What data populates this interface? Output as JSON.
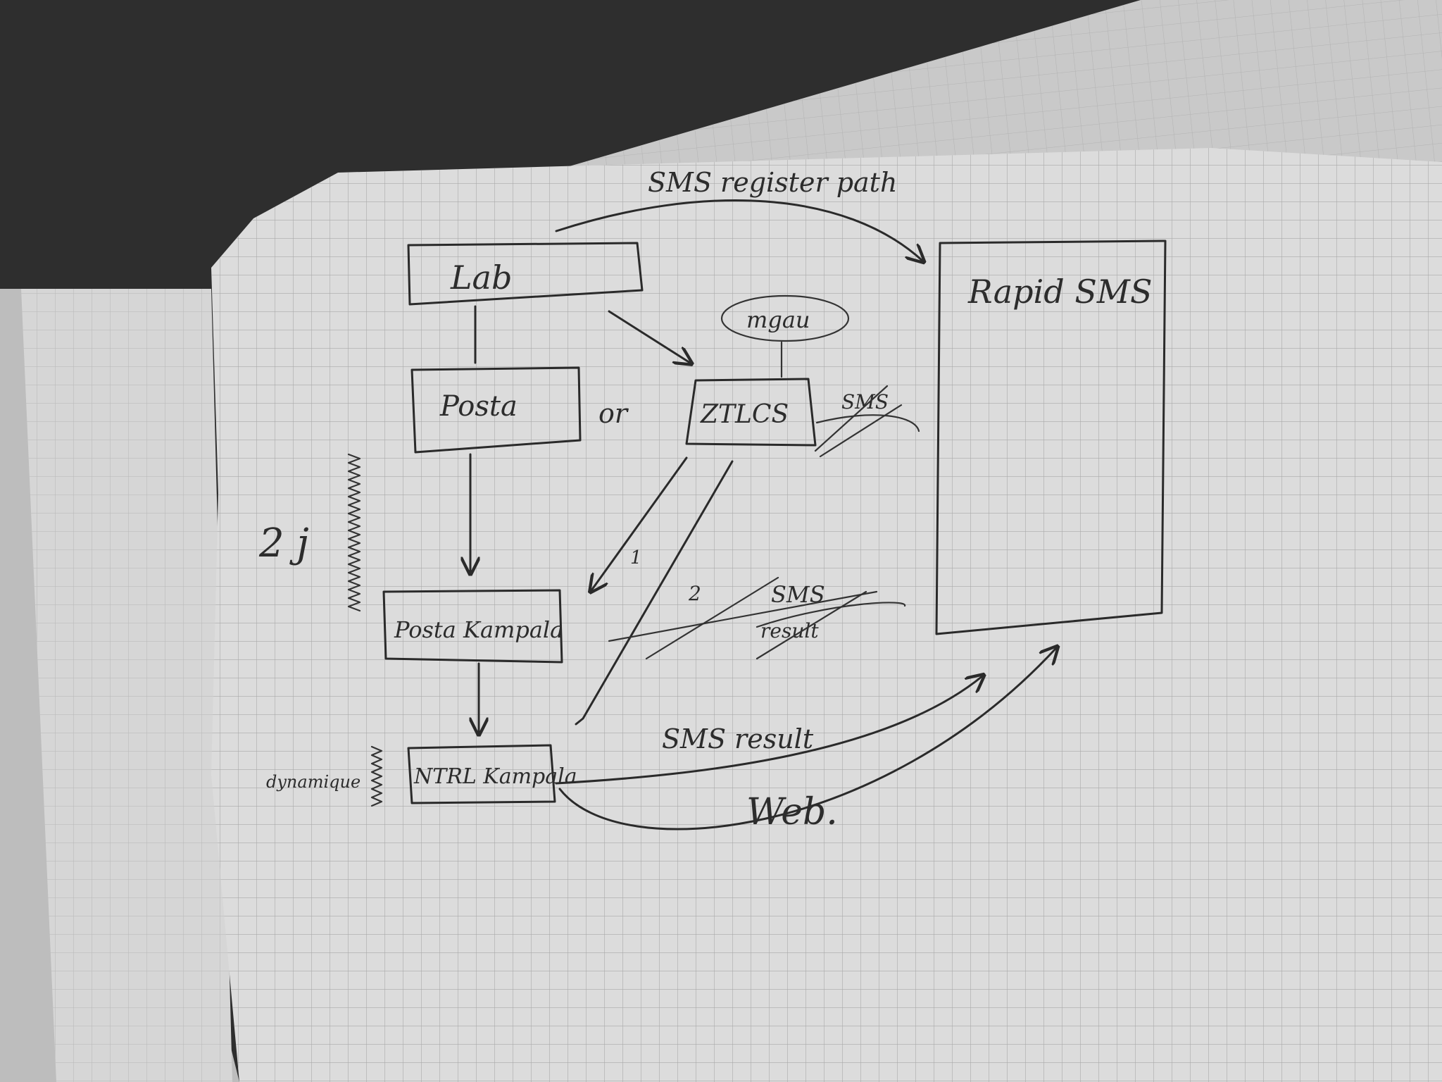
{
  "diagram": {
    "nodes": {
      "lab": "Lab",
      "posta": "Posta",
      "ztlcs": "ZTLCS",
      "posta_kampala": "Posta Kampala",
      "ntrl_kampala": "NTRL Kampala",
      "rapid_sms": "Rapid SMS",
      "mgau": "mgau"
    },
    "labels": {
      "or": "or",
      "sms_register_path": "SMS register path",
      "sms_result": "SMS result",
      "web": "Web.",
      "days_2": "2 j",
      "days_dynamique": "dynamique",
      "step_1": "1",
      "step_2": "2",
      "struck_sms_1": "SMS",
      "struck_sms_2": "SMS",
      "struck_result": "result"
    }
  }
}
